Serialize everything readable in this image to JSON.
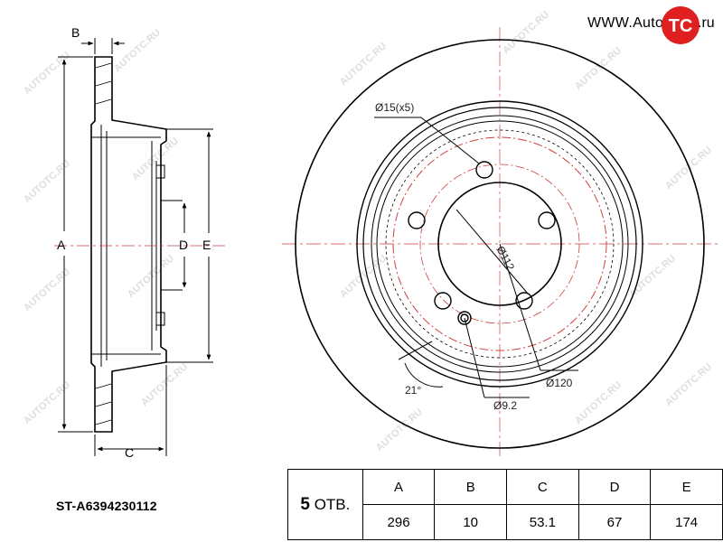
{
  "brand": {
    "prefix": "WWW.Auto",
    "logo_letters": "TC",
    "suffix": ".ru",
    "accent": "#e02020"
  },
  "watermark": {
    "text": "AUTOTC.RU"
  },
  "side_view": {
    "labels": {
      "a": "A",
      "b": "B",
      "c": "C",
      "d": "D",
      "e": "E"
    }
  },
  "front_view": {
    "callouts": {
      "hole": "Ø15(x5)",
      "pcd": "Ø112",
      "hub": "Ø120",
      "small_hole": "Ø9.2",
      "angle": "21°"
    },
    "center_line_color": "#d04040"
  },
  "part_number": "ST-A6394230112",
  "spec_table": {
    "holes_count": "5",
    "holes_label": "ОТВ.",
    "headers": [
      "A",
      "B",
      "C",
      "D",
      "E"
    ],
    "values": [
      "296",
      "10",
      "53.1",
      "67",
      "174"
    ]
  }
}
